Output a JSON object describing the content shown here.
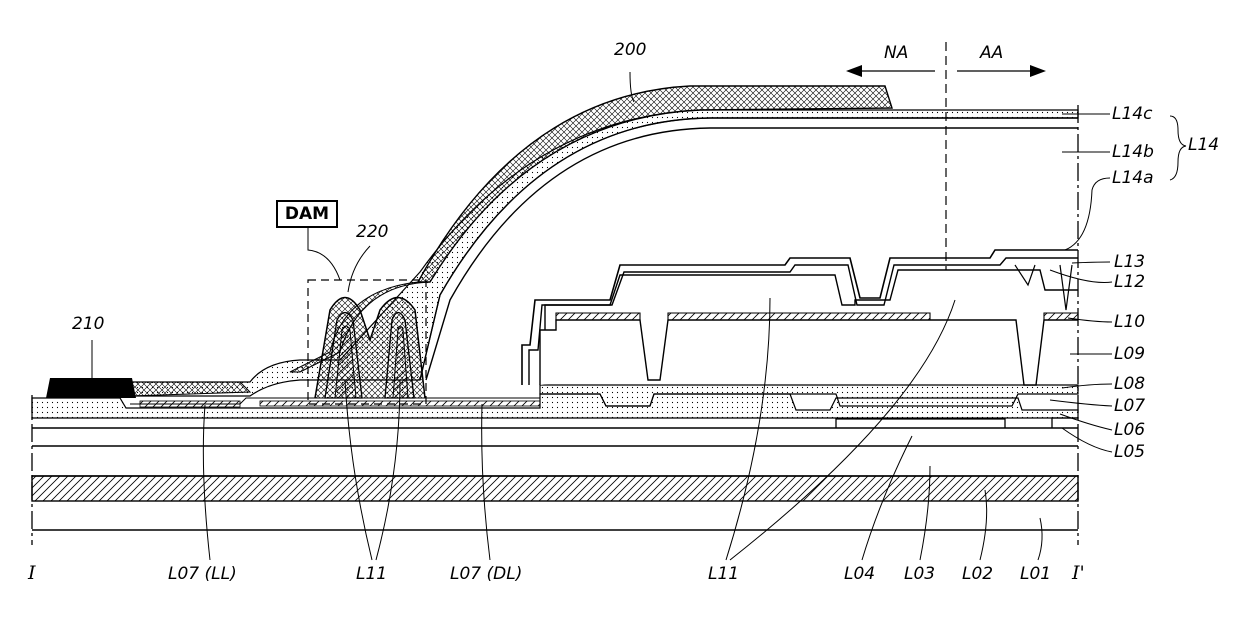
{
  "labels": {
    "ref_200": "200",
    "ref_210": "210",
    "ref_220": "220",
    "dam": "DAM",
    "na": "NA",
    "aa": "AA",
    "L14c": "L14c",
    "L14b": "L14b",
    "L14a": "L14a",
    "L14": "L14",
    "L13": "L13",
    "L12": "L12",
    "L10": "L10",
    "L09": "L09",
    "L08": "L08",
    "L07": "L07",
    "L06": "L06",
    "L05": "L05",
    "section_start": "I",
    "section_end": "I'",
    "L07_LL": "L07 (LL)",
    "L11_left": "L11",
    "L07_DL": "L07 (DL)",
    "L11_right": "L11",
    "L04": "L04",
    "L03": "L03",
    "L02": "L02",
    "L01": "L01"
  }
}
